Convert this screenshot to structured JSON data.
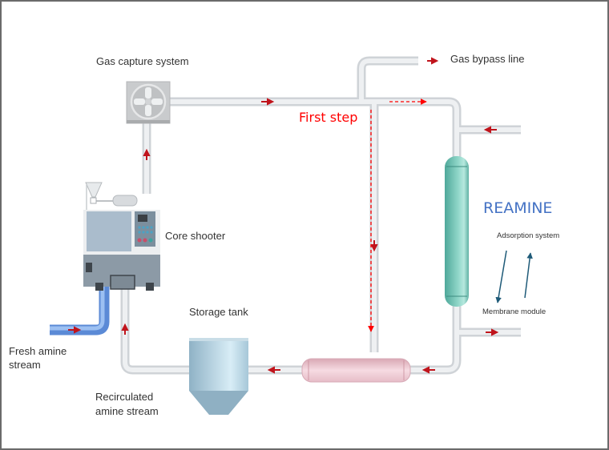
{
  "diagram": {
    "labels": {
      "gas_capture": "Gas capture system",
      "gas_bypass": "Gas bypass line",
      "first_step": "First step",
      "core_shooter": "Core shooter",
      "reamine": "REAMINE",
      "adsorption": "Adsorption system",
      "membrane": "Membrane module",
      "storage_tank": "Storage tank",
      "fresh_amine_1": "Fresh amine",
      "fresh_amine_2": "stream",
      "recirculated_1": "Recirculated",
      "recirculated_2": "amine stream"
    },
    "colors": {
      "pipe": "#e4e6e8",
      "pipe_edge": "#c9cdd1",
      "flow_arrow": "#c0141c",
      "first_step_path": "#ff0000",
      "fresh_amine_pipe": "#6f9fe6",
      "column": "#6fc4b6",
      "heat_exchanger": "#e8c2cc",
      "tank": "#a9c8d8",
      "reamine_text": "#4472c4",
      "switch_arrows": "#1e5a78"
    }
  }
}
